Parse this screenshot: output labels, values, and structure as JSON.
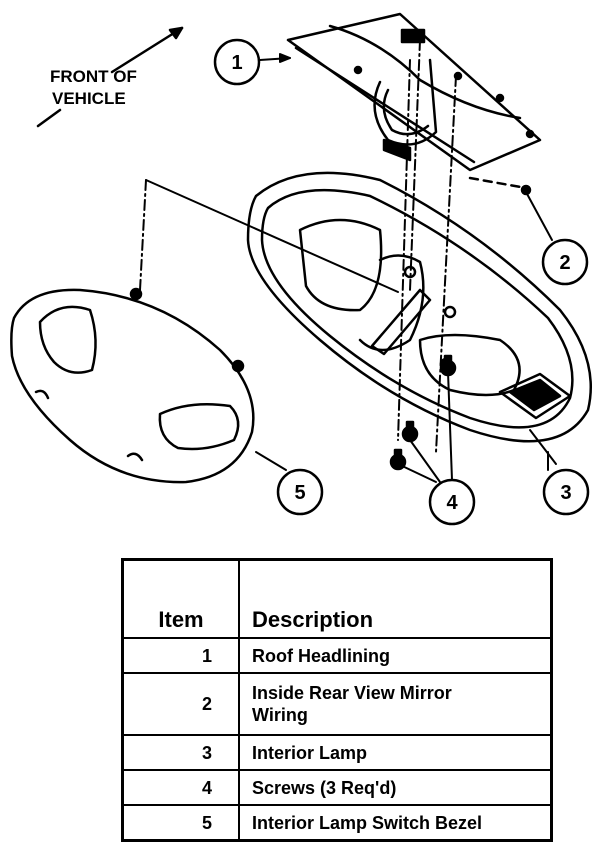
{
  "diagram": {
    "front_label_line1": "FRONT OF",
    "front_label_line2": "VEHICLE",
    "callouts": [
      "1",
      "2",
      "3",
      "4",
      "5"
    ]
  },
  "table": {
    "headers": {
      "item": "Item",
      "description": "Description"
    },
    "rows": [
      {
        "item": "1",
        "desc_line1": "Roof Headlining",
        "desc_line2": ""
      },
      {
        "item": "2",
        "desc_line1": "Inside Rear View Mirror",
        "desc_line2": "Wiring"
      },
      {
        "item": "3",
        "desc_line1": "Interior Lamp",
        "desc_line2": ""
      },
      {
        "item": "4",
        "desc_line1": "Screws (3 Req'd)",
        "desc_line2": ""
      },
      {
        "item": "5",
        "desc_line1": "Interior Lamp Switch Bezel",
        "desc_line2": ""
      }
    ]
  }
}
